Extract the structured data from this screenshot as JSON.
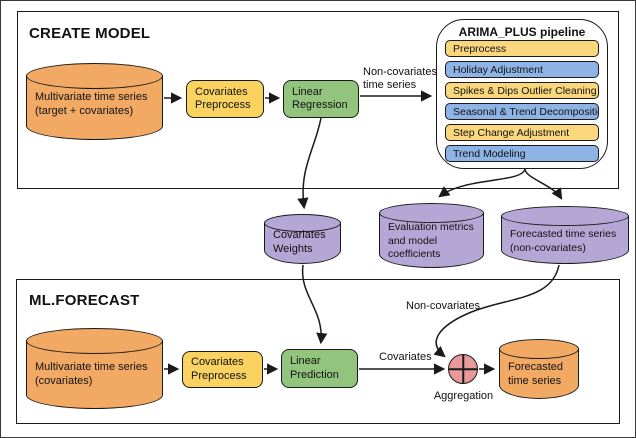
{
  "colors": {
    "orange": "#F2A964",
    "yellow": "#FAD25F",
    "step_yellow": "#FAD77D",
    "blue": "#8EB4E6",
    "green": "#93C47D",
    "purple": "#B5A7D5",
    "red": "#E89A9A",
    "line": "#1a1a1a"
  },
  "create_model": {
    "title": "CREATE MODEL",
    "source_cylinder": {
      "line1": "Multivariate time series",
      "line2": "(target + covariates)"
    },
    "preprocess": {
      "line1": "Covariates",
      "line2": "Preprocess"
    },
    "regression": {
      "line1": "Linear",
      "line2": "Regression"
    },
    "noncov_arrow_label": {
      "line1": "Non-covariates",
      "line2": "time series"
    },
    "pipeline": {
      "title": "ARIMA_PLUS pipeline",
      "steps": [
        {
          "label": "Preprocess",
          "color": "step_yellow"
        },
        {
          "label": "Holiday Adjustment",
          "color": "blue"
        },
        {
          "label": "Spikes & Dips Outlier Cleaning",
          "color": "step_yellow"
        },
        {
          "label": "Seasonal & Trend Decomposition",
          "color": "blue"
        },
        {
          "label": "Step Change Adjustment",
          "color": "step_yellow"
        },
        {
          "label": "Trend Modeling",
          "color": "blue"
        }
      ]
    }
  },
  "model_outputs": {
    "covariates_weights": {
      "line1": "Covariates",
      "line2": "Weights"
    },
    "evaluation": {
      "line1": "Evaluation metrics",
      "line2": "and model",
      "line3": "coefficients"
    },
    "forecast_noncov": {
      "line1": "Forecasted time series",
      "line2": "(non-covariates)"
    }
  },
  "ml_forecast": {
    "title": "ML.FORECAST",
    "source_cylinder": {
      "line1": "Multivariate time series",
      "line2": "(covariates)"
    },
    "preprocess": {
      "line1": "Covariates",
      "line2": "Preprocess"
    },
    "prediction": {
      "line1": "Linear",
      "line2": "Prediction"
    },
    "covariates_label": "Covariates",
    "noncovariates_label": "Non-covariates",
    "aggregation_label": "Aggregation",
    "result_cylinder": {
      "line1": "Forecasted",
      "line2": "time series"
    }
  }
}
